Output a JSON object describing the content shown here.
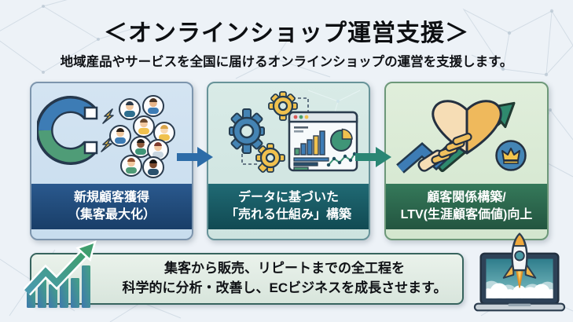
{
  "header": {
    "title": "＜オンラインショップ運営支援＞",
    "subtitle": "地域産品やサービスを全国に届けるオンラインショップの運営を支援します。"
  },
  "cards": [
    {
      "icon": "magnet-attracting-customers-icon",
      "label_line1": "新規顧客獲得",
      "label_line2": "（集客最大化）",
      "colors": {
        "bg": "#cfe1ef",
        "label_bg": "#1d4677",
        "border": "#7d95ad"
      }
    },
    {
      "icon": "gears-analytics-dashboard-icon",
      "label_line1": "データに基づいた",
      "label_line2": "「売れる仕組み」構築",
      "colors": {
        "bg": "#d3e7e4",
        "label_bg": "#185f69",
        "border": "#679399"
      }
    },
    {
      "icon": "handshake-heart-growth-icon",
      "label_line1": "顧客関係構築/",
      "label_line2": "LTV(生涯顧客価値)向上",
      "colors": {
        "bg": "#dbe9d6",
        "label_bg": "#2d6b4d",
        "border": "#6d9879"
      }
    }
  ],
  "arrows": [
    {
      "direction": "right",
      "color": "#2d6ca8"
    },
    {
      "direction": "right",
      "color": "#2a8674"
    }
  ],
  "footer": {
    "line1": "集客から販売、リピートまでの全工程を",
    "line2": "科学的に分析・改善し、ECビジネスを成長させます。",
    "left_icon": "growth-bar-chart-arrow-icon",
    "right_icon": "laptop-rocket-launch-icon",
    "colors": {
      "bg": "#e2ece5",
      "border": "#37645e"
    }
  },
  "background": {
    "color": "#edf2f7",
    "pattern": "polygon-mesh"
  }
}
